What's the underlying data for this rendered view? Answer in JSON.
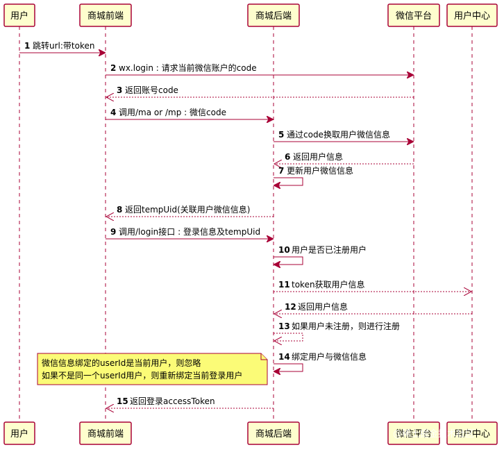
{
  "participants": [
    {
      "id": "user",
      "label": "用户"
    },
    {
      "id": "mall_front",
      "label": "商城前端"
    },
    {
      "id": "mall_back",
      "label": "商城后端"
    },
    {
      "id": "wechat",
      "label": "微信平台"
    },
    {
      "id": "user_center",
      "label": "用户中心"
    }
  ],
  "messages": [
    {
      "num": "1",
      "text": "跳转url:带token",
      "from": "user",
      "to": "mall_front",
      "dashed": false
    },
    {
      "num": "2",
      "text": "wx.login : 请求当前微信账户的code",
      "from": "mall_front",
      "to": "wechat",
      "dashed": false
    },
    {
      "num": "3",
      "text": "返回账号code",
      "from": "wechat",
      "to": "mall_front",
      "dashed": true
    },
    {
      "num": "4",
      "text": "调用/ma or /mp : 微信code",
      "from": "mall_front",
      "to": "mall_back",
      "dashed": false
    },
    {
      "num": "5",
      "text": "通过code换取用户微信信息",
      "from": "mall_back",
      "to": "wechat",
      "dashed": false
    },
    {
      "num": "6",
      "text": "返回用户信息",
      "from": "wechat",
      "to": "mall_back",
      "dashed": true
    },
    {
      "num": "7",
      "text": "更新用户微信信息",
      "from": "mall_back",
      "to": "mall_back",
      "dashed": false
    },
    {
      "num": "8",
      "text": "返回tempUid(关联用户微信信息)",
      "from": "mall_back",
      "to": "mall_front",
      "dashed": true
    },
    {
      "num": "9",
      "text": "调用/login接口 : 登录信息及tempUid",
      "from": "mall_front",
      "to": "mall_back",
      "dashed": false
    },
    {
      "num": "10",
      "text": "用户是否已注册用户",
      "from": "mall_back",
      "to": "mall_back",
      "dashed": false
    },
    {
      "num": "11",
      "text": "token获取用户信息",
      "from": "mall_back",
      "to": "user_center",
      "dashed": true
    },
    {
      "num": "12",
      "text": "返回用户信息",
      "from": "user_center",
      "to": "mall_back",
      "dashed": true
    },
    {
      "num": "13",
      "text": "如果用户未注册，则进行注册",
      "from": "mall_back",
      "to": "mall_back",
      "dashed": true
    },
    {
      "num": "14",
      "text": "绑定用户与微信信息",
      "from": "mall_back",
      "to": "mall_back",
      "dashed": false
    },
    {
      "num": "15",
      "text": "返回登录accessToken",
      "from": "mall_back",
      "to": "mall_front",
      "dashed": true
    }
  ],
  "note": {
    "lines": [
      "微信信息绑定的userId是当前用户，则忽略",
      " 如果不是同一个userId用户，则重新绑定当前登录用户"
    ]
  },
  "watermark": "@稀土掘金技术社区",
  "colors": {
    "border": "#A80036",
    "actor_fill": "#FEFECE",
    "note_fill": "#FBFB77"
  }
}
